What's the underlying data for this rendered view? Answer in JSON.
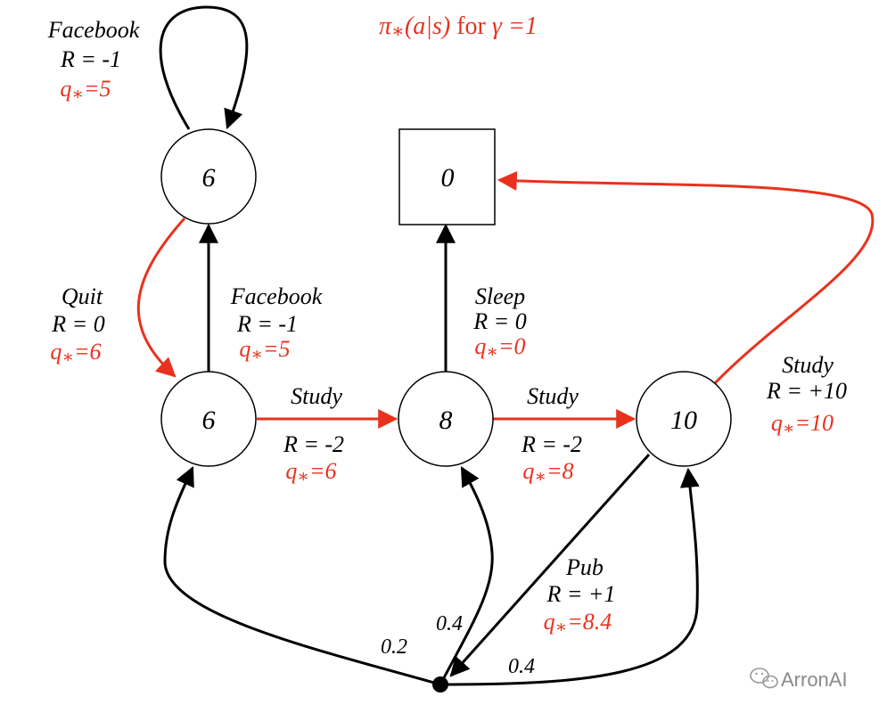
{
  "title": {
    "policy": "π",
    "star": "∗",
    "arg": "(a|s)",
    "for_text": " for ",
    "gamma": "γ",
    "eq": " =1"
  },
  "colors": {
    "optimal": "#e8321e",
    "default": "#000000"
  },
  "states": {
    "facebook_state": {
      "value": "6",
      "shape": "circle"
    },
    "class1": {
      "value": "6",
      "shape": "circle"
    },
    "class2": {
      "value": "8",
      "shape": "circle"
    },
    "class3": {
      "value": "10",
      "shape": "circle"
    },
    "terminal": {
      "value": "0",
      "shape": "square"
    }
  },
  "edges": {
    "facebook_loop": {
      "action": "Facebook",
      "reward": "R = -1",
      "q": "=5"
    },
    "quit": {
      "action": "Quit",
      "reward": "R = 0",
      "q": "=6"
    },
    "facebook_from_class1": {
      "action": "Facebook",
      "reward": "R = -1",
      "q": "=5"
    },
    "study_1_2": {
      "action": "Study",
      "reward": "R = -2",
      "q": "=6"
    },
    "sleep": {
      "action": "Sleep",
      "reward": "R = 0",
      "q": "=0"
    },
    "study_2_3": {
      "action": "Study",
      "reward": "R = -2",
      "q": "=8"
    },
    "study_3_end": {
      "action": "Study",
      "reward": "R = +10",
      "q": "=10"
    },
    "pub": {
      "action": "Pub",
      "reward": "R = +1",
      "q": "=8.4"
    }
  },
  "q_symbol": "q",
  "q_star": "∗",
  "transitions": {
    "to_class1": "0.2",
    "to_class2": "0.4",
    "to_class3": "0.4"
  },
  "watermark": {
    "text": "ArronAI",
    "icon": "wechat-icon"
  }
}
